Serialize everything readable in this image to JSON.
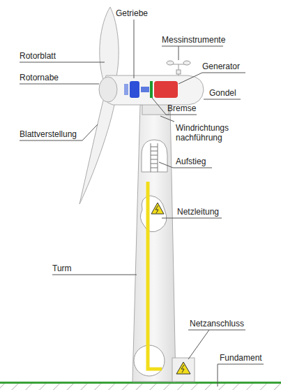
{
  "diagram": {
    "labels": [
      "Getriebe",
      "Rotorblatt",
      "Messinstrumente",
      "Generator",
      "Rotornabe",
      "Gondel",
      "Bremse",
      "Blattverstellung",
      "Windrichtungs nachführung",
      "Aufstieg",
      "Netzleitung",
      "Turm",
      "Netzanschluss",
      "Fundament"
    ]
  }
}
